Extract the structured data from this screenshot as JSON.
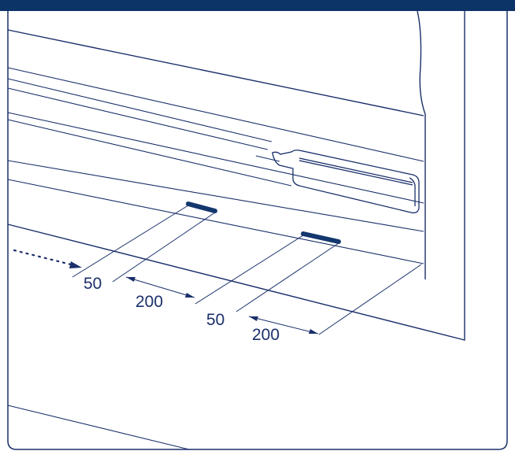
{
  "colors": {
    "header": "#0d3466",
    "line": "#1a2f6b",
    "mark": "#13376e"
  },
  "dimensions": {
    "first_gap": "50",
    "first_span": "200",
    "second_gap": "50",
    "second_span": "200"
  }
}
